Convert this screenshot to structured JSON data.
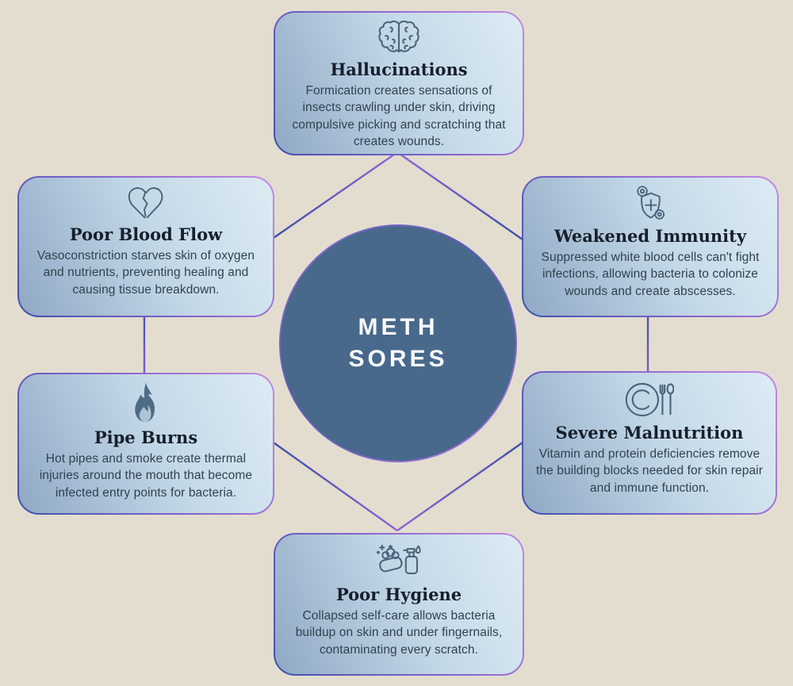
{
  "background_color": "#e3ddd0",
  "center": {
    "line1": "METH",
    "line2": "SORES",
    "fill_color": "#48688c",
    "text_color": "#f8fafb"
  },
  "cards": [
    {
      "id": "hallucinations",
      "icon": "brain-icon",
      "title": "Hallucinations",
      "body": "Formication creates sensations of insects crawling under skin, driving compulsive picking and scratching that creates wounds."
    },
    {
      "id": "poor-blood-flow",
      "icon": "broken-heart-icon",
      "title": "Poor Blood Flow",
      "body": "Vasoconstriction starves skin of oxygen and nutrients, preventing healing and causing tissue breakdown."
    },
    {
      "id": "weakened-immunity",
      "icon": "immune-shield-icon",
      "title": "Weakened Immunity",
      "body": "Suppressed white blood cells can't fight infections, allowing bacteria to colonize wounds and create abscesses."
    },
    {
      "id": "pipe-burns",
      "icon": "flame-icon",
      "title": "Pipe Burns",
      "body": "Hot pipes and smoke create thermal injuries around the mouth that become infected entry points for bacteria."
    },
    {
      "id": "severe-malnutrition",
      "icon": "plate-cutlery-icon",
      "title": "Severe Malnutrition",
      "body": "Vitamin and protein deficiencies remove the building blocks needed for skin repair and immune function."
    },
    {
      "id": "poor-hygiene",
      "icon": "soap-sanitizer-icon",
      "title": "Poor Hygiene",
      "body": "Collapsed self-care allows bacteria buildup on skin and under fingernails, contaminating every scratch."
    }
  ],
  "colors": {
    "card_fill_gradient_start": "#8fa8c4",
    "card_fill_gradient_end": "#ddecf4",
    "card_border_gradient_start": "#3f51ad",
    "card_border_gradient_end": "#c48be2",
    "connector_purple": "#9565d2",
    "connector_blue": "#3c4da8",
    "icon_stroke": "#4a6379",
    "flame_fill": "#4e6b85",
    "title_text": "#161f2b",
    "body_text": "#31414e"
  }
}
